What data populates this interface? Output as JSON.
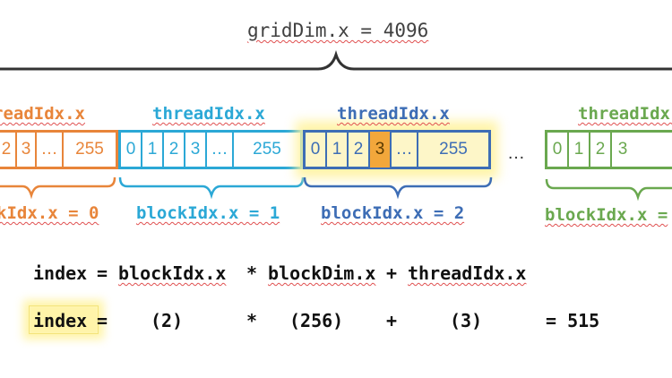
{
  "grid": {
    "title": "gridDim.x = 4096"
  },
  "blocks": [
    {
      "thread_label": "readIdx.x",
      "block_label": "kIdx.x = 0",
      "color": "#e8853a",
      "cells": [
        "2",
        "3",
        "…",
        "255"
      ]
    },
    {
      "thread_label": "threadIdx.x",
      "block_label": "blockIdx.x = 1",
      "color": "#2ba8d6",
      "cells": [
        "0",
        "1",
        "2",
        "3",
        "…",
        "255"
      ]
    },
    {
      "thread_label": "threadIdx.x",
      "block_label": "blockIdx.x = 2",
      "color": "#3d6db5",
      "cells": [
        "0",
        "1",
        "2",
        "3",
        "…",
        "255"
      ],
      "highlight_cell_index": 3
    },
    {
      "thread_label": "threadIdx.x",
      "block_label": "blockIdx.x =",
      "color": "#6aa84f",
      "cells": [
        "0",
        "1",
        "2",
        "3"
      ]
    }
  ],
  "gap_ellipsis": "…",
  "formula": {
    "lhs": "index",
    "eq": "=",
    "term1": "blockIdx.x",
    "mul": "*",
    "term2": "blockDim.x",
    "plus": "+",
    "term3": "threadIdx.x"
  },
  "example": {
    "lhs": "index",
    "eq": "=",
    "v1": "(2)",
    "mul": "*",
    "v2": "(256)",
    "plus": "+",
    "v3": "(3)",
    "result": "= 515"
  },
  "colors": {
    "highlight_glow": "#fff3a0",
    "highlight_cell": "#f2a73b",
    "highlight_fill": "#fdf6c8",
    "brace": "#333333"
  }
}
